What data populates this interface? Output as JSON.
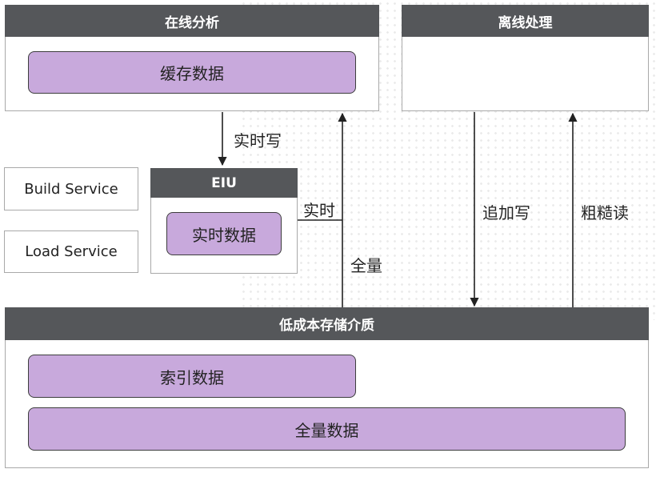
{
  "online": {
    "title": "在线分析",
    "cache": "缓存数据"
  },
  "offline": {
    "title": "离线处理"
  },
  "services": {
    "build": "Build Service",
    "load": "Load Service"
  },
  "eiu": {
    "title": "EIU",
    "realtime_data": "实时数据"
  },
  "storage": {
    "title": "低成本存储介质",
    "index_data": "索引数据",
    "full_data": "全量数据"
  },
  "edges": {
    "realtime_write": "实时写",
    "realtime": "实时",
    "full": "全量",
    "append_write": "追加写",
    "coarse_read": "粗糙读"
  }
}
